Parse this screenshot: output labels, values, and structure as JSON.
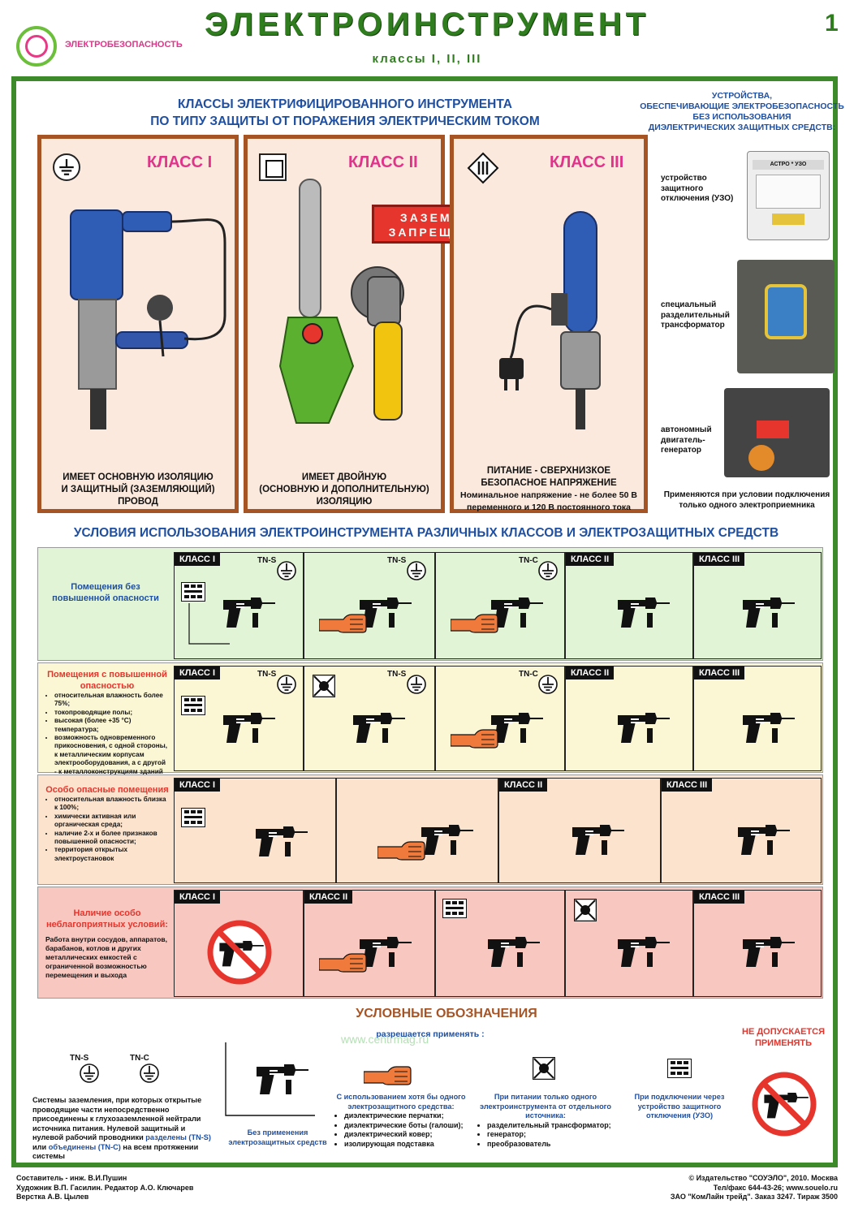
{
  "header": {
    "brand": "ЭЛЕКТРОБЕЗОПАСНОСТЬ",
    "title": "ЭЛЕКТРОИНСТРУМЕНТ",
    "subtitle": "классы I, II, III",
    "page_number": "1"
  },
  "classes_section": {
    "title_line1": "КЛАССЫ ЭЛЕКТРИФИЦИРОВАННОГО ИНСТРУМЕНТА",
    "title_line2": "ПО ТИПУ ЗАЩИТЫ ОТ ПОРАЖЕНИЯ ЭЛЕКТРИЧЕСКИМ ТОКОМ",
    "warning_line1": "ЗАЗЕМЛЯТЬ",
    "warning_line2": "ЗАПРЕЩАЕТСЯ",
    "classes": [
      {
        "label": "КЛАСС I",
        "desc1": "ИМЕЕТ ОСНОВНУЮ ИЗОЛЯЦИЮ",
        "desc2": "И ЗАЩИТНЫЙ (ЗАЗЕМЛЯЮЩИЙ)",
        "desc3": "ПРОВОД"
      },
      {
        "label": "КЛАСС II",
        "desc1": "ИМЕЕТ ДВОЙНУЮ",
        "desc2": "(ОСНОВНУЮ И ДОПОЛНИТЕЛЬНУЮ)",
        "desc3": "ИЗОЛЯЦИЮ"
      },
      {
        "label": "КЛАСС III",
        "desc1": "ПИТАНИЕ - СВЕРХНИЗКОЕ",
        "desc2": "БЕЗОПАСНОЕ НАПРЯЖЕНИЕ",
        "desc3": "Номинальное напряжение - не более 50 В",
        "desc4": "переменного и 120 В постоянного тока"
      }
    ]
  },
  "devices": {
    "title_line1": "УСТРОЙСТВА,",
    "title_line2": "ОБЕСПЕЧИВАЮЩИЕ ЭЛЕКТРОБЕЗОПАСНОСТЬ",
    "title_line3": "БЕЗ ИСПОЛЬЗОВАНИЯ",
    "title_line4": "ДИЭЛЕКТРИЧЕСКИХ ЗАЩИТНЫХ СРЕДСТВ:",
    "uzo": "устройство защитного отключения (УЗО)",
    "uzo_brand": "АСТРО * УЗО",
    "transformer": "специальный разделительный трансформатор",
    "generator": "автономный двигатель-генератор",
    "note_line1": "Применяются при условии подключения",
    "note_line2": "только одного электроприемника"
  },
  "conditions": {
    "title": "Условия использования электроинструмента различных классов и электрозащитных средств",
    "tags": {
      "class1": "КЛАСС I",
      "class2": "КЛАСС II",
      "class3": "КЛАСС III",
      "tns": "TN-S",
      "tnc": "TN-C"
    },
    "rows": [
      {
        "title": "Помещения без повышенной опасности"
      },
      {
        "title": "Помещения с повышенной опасностью",
        "bullets": [
          "относительная влажность более 75%;",
          "токопроводящие полы;",
          "высокая (более +35 °С) температура;",
          "возможность одновременного прикосновения, с одной стороны, к металлическим корпусам электрооборудования, а с другой - к металлоконструкциям зданий и т.п."
        ]
      },
      {
        "title": "Особо опасные помещения",
        "bullets": [
          "относительная влажность близка к 100%;",
          "химически активная или органическая среда;",
          "наличие 2-х и более признаков повышенной опасности;",
          "территория открытых электроустановок"
        ]
      },
      {
        "title": "Наличие особо неблагоприятных условий:",
        "text": "Работа внутри сосудов, аппаратов, барабанов, котлов и других металлических емкостей с ограниченной возможностью перемещения и выхода"
      }
    ]
  },
  "legend": {
    "title": "УСЛОВНЫЕ ОБОЗНАЧЕНИЯ",
    "allowed": "разрешается применять :",
    "not_allowed_line1": "НЕ ДОПУСКАЕТСЯ",
    "not_allowed_line2": "ПРИМЕНЯТЬ",
    "grounding_text": "Системы заземления, при которых открытые проводящие части непосредственно присоединены к глухозаземленной нейтрали источника питания. Нулевой защитный и нулевой рабочий проводники",
    "grounding_tns": "разделены (TN-S)",
    "grounding_or": "или",
    "grounding_tnc": "объединены (TN-C)",
    "grounding_tail": "на всем протяжении системы",
    "no_protection": "Без применения электрозащитных средств",
    "dielectric_head": "С использованием хотя бы одного электрозащитного средства:",
    "dielectric_items": [
      "диэлектрические перчатки;",
      "диэлектрические боты (галоши);",
      "диэлектрический ковер;",
      "изолирующая подставка"
    ],
    "single_head": "При питании только одного электроинструмента от отдельного источника:",
    "single_items": [
      "разделительный трансформатор;",
      "генератор;",
      "преобразователь"
    ],
    "uzo_head": "При подключении через устройство защитного отключения (УЗО)"
  },
  "footer": {
    "left1": "Составитель - инж. В.И.Пушин",
    "left2": "Художник В.П. Гасилин. Редактор А.О. Ключарев",
    "left3": "Верстка А.В. Цылев",
    "right1": "© Издательство \"СОУЭЛО\", 2010. Москва",
    "right2": "Тел/факс 644-43-26; www.souelo.ru",
    "right3": "ЗАО \"КомЛайн трейд\". Заказ 3247. Тираж 3500"
  },
  "watermark": "www.centrmag.ru",
  "colors": {
    "green": "#3c8a2a",
    "blue": "#1f4fa0",
    "magenta": "#e0338a",
    "red": "#e5352c",
    "brown": "#a75424",
    "skin": "#f07a3c"
  }
}
